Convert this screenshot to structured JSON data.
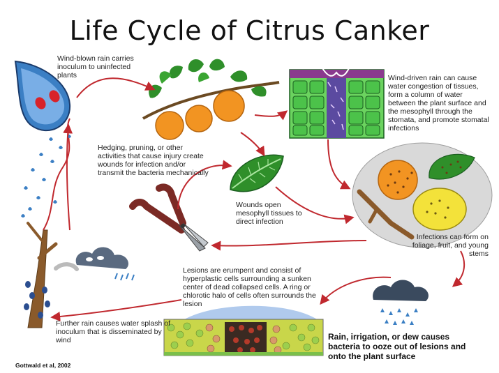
{
  "title": "Life Cycle of Citrus Canker",
  "captions": {
    "wind_blown_rain": "Wind-blown rain carries inoculum to uninfected plants",
    "wind_driven_rain": "Wind-driven rain can cause water congestion of tissues, form a column of water between the plant surface and the mesophyll through the stomata, and promote stomatal infections",
    "hedging": "Hedging, pruning, or other activities that cause injury create wounds for infection and/or transmit the bacteria mechanically",
    "wounds": "Wounds open mesophyll tissues to direct infection",
    "infections": "Infections can form on foliage, fruit, and young stems",
    "lesions": "Lesions are erumpent and consist of hyperplastic cells surrounding a sunken center of dead collapsed cells. A ring or chlorotic halo of cells often surrounds the lesion",
    "further_rain": "Further rain causes water splash of inoculum that is disseminated by wind",
    "rain_irrigation": "Rain, irrigation, or dew causes bacteria to ooze out of lesions and onto the plant surface"
  },
  "citation": "Gottwald et al, 2002",
  "colors": {
    "arrow": "#c0282e",
    "leaf": "#2f8f2a",
    "orange": "#f29422",
    "lemon": "#f3e23a",
    "cell": "#4cc24a",
    "drop": "#3b7fc4"
  },
  "icons": [
    "raindrop-icon",
    "branch-with-oranges-icon",
    "leaf-tissue-icon",
    "infected-leaf-icon",
    "pruning-shears-icon",
    "infected-fruit-icon",
    "rain-cloud-icon",
    "wind-cloud-icon",
    "tree-trunk-icon",
    "lesion-cross-section-icon"
  ]
}
